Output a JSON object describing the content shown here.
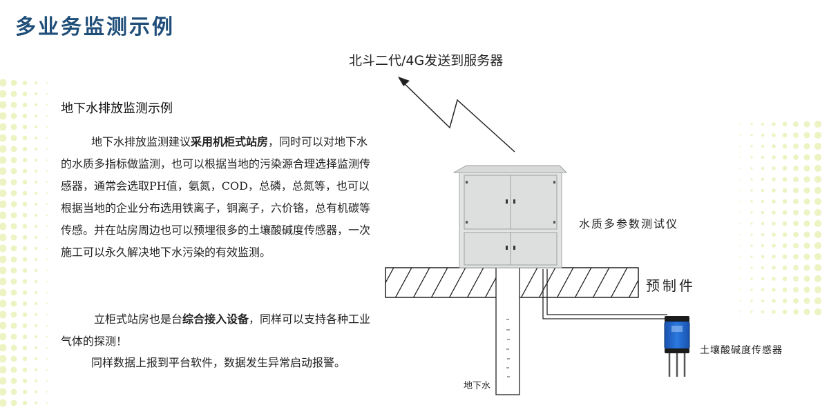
{
  "header": {
    "title": "多业务监测示例"
  },
  "section": {
    "title": "地下水排放监测示例"
  },
  "paragraphs": {
    "p1": {
      "pre": "地下水排放监测建议",
      "bold": "采用机柜式站房",
      "post": "，同时可以对地下水的水质多指标做监测，也可以根据当地的污染源合理选择监测传感器，通常会选取PH值，氨氮，COD，总磷，总氮等，也可以根据当地的企业分布选用铁离子，铜离子，六价铬，总有机碳等传感。并在站房周边也可以预埋很多的土壤酸碱度传感器，一次施工可以永久解决地下水污染的有效监测。"
    },
    "p2": {
      "pre": "立柜式站房也是台",
      "bold": "综合接入设备",
      "post": "，同样可以支持各种工业气体的探测！"
    },
    "p3": {
      "text": "同样数据上报到平台软件，数据发生异常启动报警。"
    }
  },
  "diagram": {
    "server_label": "北斗二代/4G发送到服务器",
    "analyzer_label": "水质多参数测试仪",
    "prefab_label": "预制件",
    "soil_sensor_label": "土壤酸碱度传感器",
    "groundwater_label": "地下水",
    "icons": {
      "signal": "lightning-arrow-icon",
      "cabinet": "cabinet-icon",
      "sensor": "soil-sensor-icon"
    },
    "colors": {
      "title": "#1f4e79",
      "cabinet_body": "#e2e4e4",
      "sensor_body": "#1e63c8",
      "dots_yellow": "#eef3c4",
      "dots_blue": "#d4e6f3"
    }
  }
}
